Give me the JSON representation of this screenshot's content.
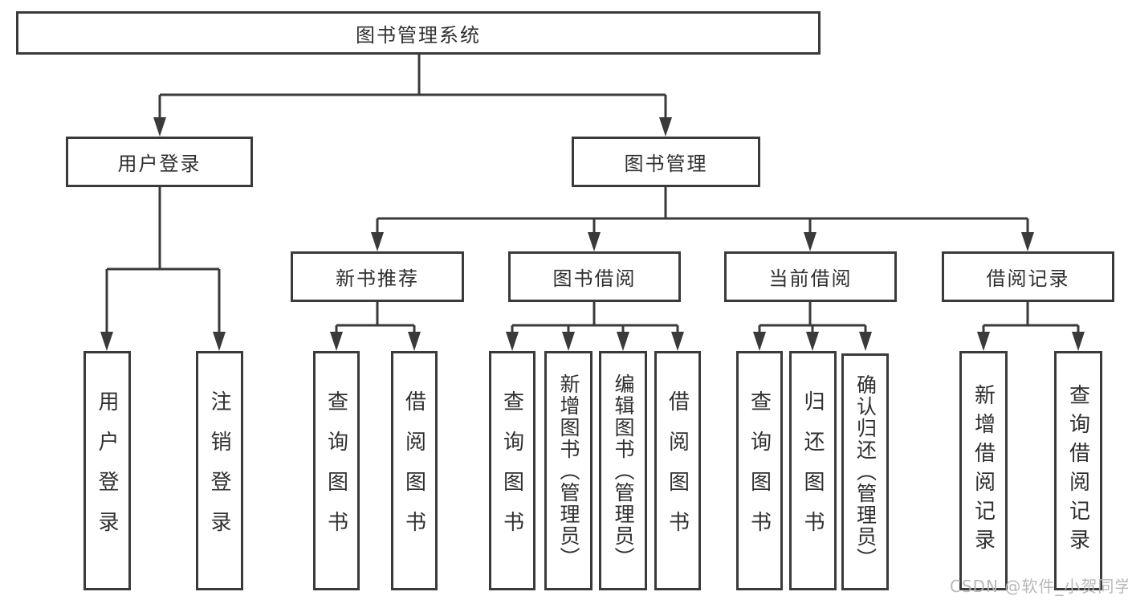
{
  "diagram": {
    "root": {
      "label": "图书管理系统"
    },
    "branches": [
      {
        "label": "用户登录",
        "children": [
          {
            "label": "用户登录"
          },
          {
            "label": "注销登录"
          }
        ]
      },
      {
        "label": "图书管理",
        "children": [
          {
            "label": "新书推荐",
            "children": [
              {
                "label": "查询图书"
              },
              {
                "label": "借阅图书"
              }
            ]
          },
          {
            "label": "图书借阅",
            "children": [
              {
                "label": "查询图书"
              },
              {
                "label": "新增图书（管理员）"
              },
              {
                "label": "编辑图书（管理员）"
              },
              {
                "label": "借阅图书"
              }
            ]
          },
          {
            "label": "当前借阅",
            "children": [
              {
                "label": "查询图书"
              },
              {
                "label": "归还图书"
              },
              {
                "label": "确认归还（管理员）"
              }
            ]
          },
          {
            "label": "借阅记录",
            "children": [
              {
                "label": "新增借阅记录"
              },
              {
                "label": "查询借阅记录"
              }
            ]
          }
        ]
      }
    ]
  },
  "watermark": {
    "text": "CSDN @软件_小贺同学"
  },
  "colors": {
    "line": "#3a3a3a",
    "text": "#2f2f2f",
    "watermark": "#b5b5b5",
    "background": "#ffffff"
  }
}
